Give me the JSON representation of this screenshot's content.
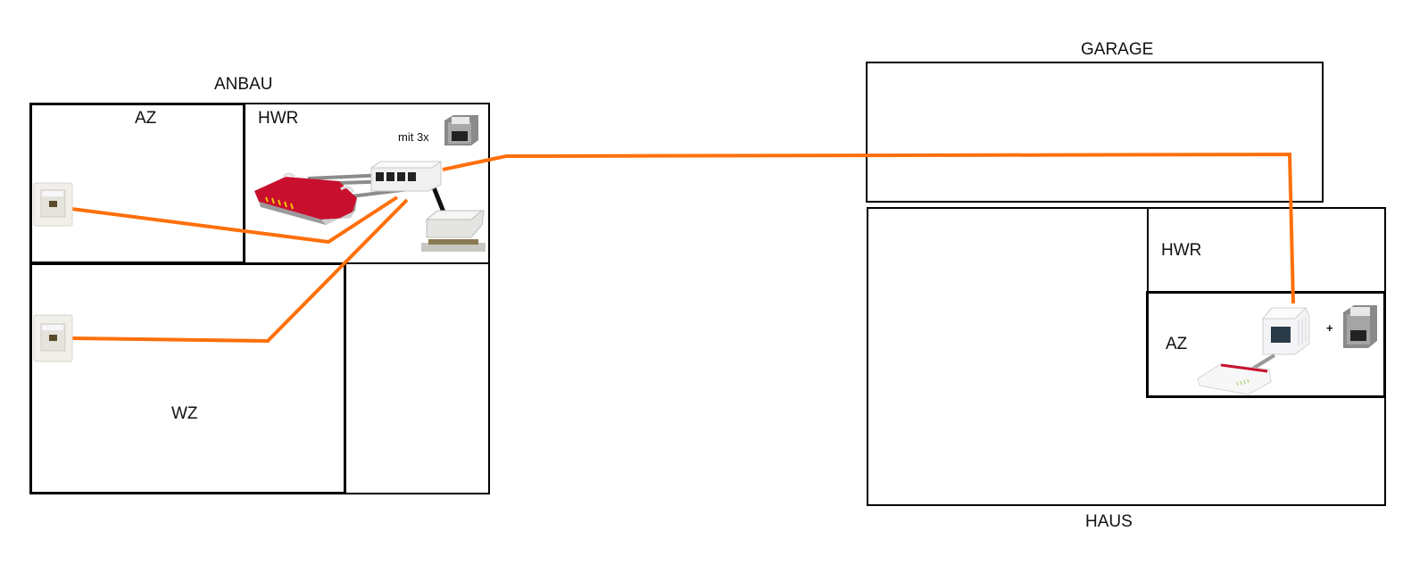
{
  "diagram": {
    "type": "network-floorplan",
    "cable_color": "#FF6F0A",
    "buildings": [
      {
        "id": "anbau",
        "label": "ANBAU",
        "rooms": [
          {
            "id": "anbau-az",
            "label": "AZ"
          },
          {
            "id": "anbau-hwr",
            "label": "HWR"
          },
          {
            "id": "anbau-wz",
            "label": "WZ"
          },
          {
            "id": "anbau-unlabeled",
            "label": ""
          }
        ]
      },
      {
        "id": "garage",
        "label": "GARAGE",
        "rooms": []
      },
      {
        "id": "haus",
        "label": "HAUS",
        "rooms": [
          {
            "id": "haus-hwr",
            "label": "HWR"
          },
          {
            "id": "haus-az",
            "label": "AZ"
          }
        ]
      }
    ],
    "annotations": {
      "keystone_count": "mit 3x",
      "plus": "+"
    },
    "devices": [
      {
        "id": "wall-socket-az",
        "type": "wall-socket",
        "room": "anbau-az"
      },
      {
        "id": "wall-socket-wz",
        "type": "wall-socket",
        "room": "anbau-wz"
      },
      {
        "id": "router-anbau",
        "type": "router",
        "color": "#C8102E",
        "room": "anbau-hwr"
      },
      {
        "id": "patch-box-anbau",
        "type": "patch-panel",
        "ports": 4,
        "room": "anbau-hwr"
      },
      {
        "id": "keystone-anbau",
        "type": "keystone-module",
        "room": "anbau-hwr"
      },
      {
        "id": "ground-bar-anbau",
        "type": "grounding-bar",
        "room": "anbau-hwr"
      },
      {
        "id": "surface-socket-haus",
        "type": "surface-mount-socket",
        "room": "haus-az"
      },
      {
        "id": "keystone-haus",
        "type": "keystone-module",
        "room": "haus-az"
      },
      {
        "id": "router-haus",
        "type": "router",
        "color": "#FFFFFF",
        "room": "haus-az"
      }
    ],
    "connections": [
      {
        "from": "wall-socket-az",
        "to": "patch-box-anbau",
        "kind": "ethernet"
      },
      {
        "from": "wall-socket-wz",
        "to": "patch-box-anbau",
        "kind": "ethernet"
      },
      {
        "from": "patch-box-anbau",
        "to": "surface-socket-haus",
        "kind": "ethernet"
      },
      {
        "from": "router-anbau",
        "to": "patch-box-anbau",
        "kind": "patch-cable"
      },
      {
        "from": "patch-box-anbau",
        "to": "ground-bar-anbau",
        "kind": "ground"
      },
      {
        "from": "surface-socket-haus",
        "to": "router-haus",
        "kind": "patch-cable"
      }
    ]
  }
}
